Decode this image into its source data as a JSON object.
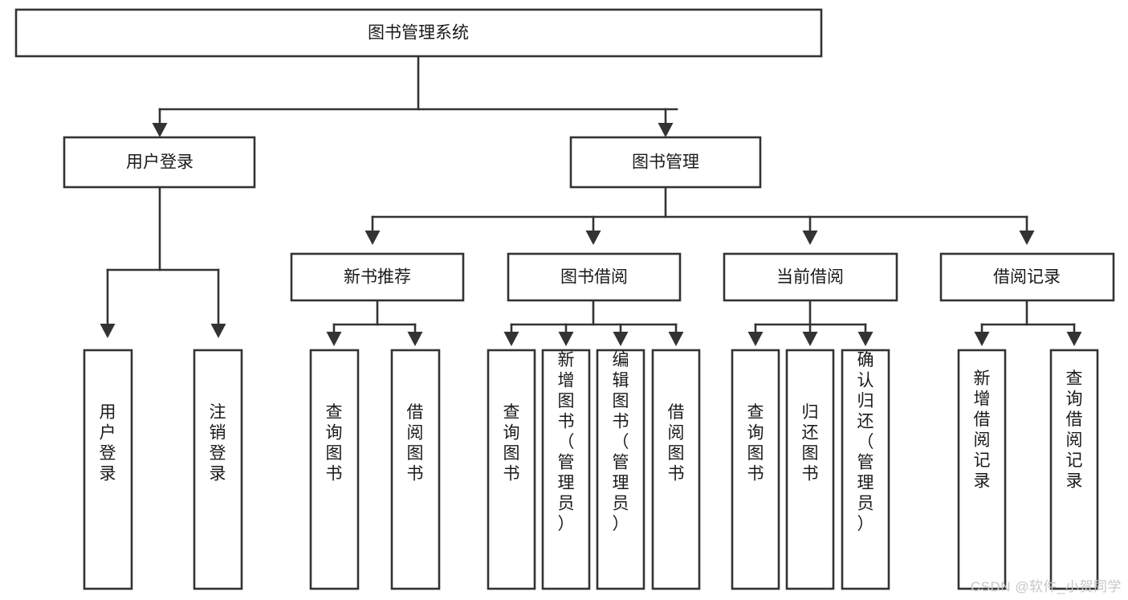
{
  "diagram": {
    "type": "tree-hierarchy-flowchart",
    "title_text": "图书管理系统",
    "orientation": "top-down",
    "colors": {
      "box_fill": "#ffffff",
      "box_stroke": "#333333",
      "text": "#1a1a1a",
      "background": "#ffffff",
      "watermark": "#c7c7c7"
    },
    "levels": {
      "level1_label": "图书管理系统",
      "level2_labels": [
        "用户登录",
        "图书管理"
      ],
      "level3_labels": [
        "新书推荐",
        "图书借阅",
        "当前借阅",
        "借阅记录"
      ]
    },
    "nodes": {
      "root": {
        "id": "root",
        "label": "图书管理系统",
        "level": 1,
        "orient": "horizontal"
      },
      "user_login": {
        "id": "user-login",
        "label": "用户登录",
        "level": 2,
        "orient": "horizontal"
      },
      "book_manage": {
        "id": "book-manage",
        "label": "图书管理",
        "level": 2,
        "orient": "horizontal"
      },
      "new_book_rec": {
        "id": "new-book-recommend",
        "label": "新书推荐",
        "level": 3,
        "orient": "horizontal"
      },
      "book_borrow": {
        "id": "book-borrow",
        "label": "图书借阅",
        "level": 3,
        "orient": "horizontal"
      },
      "current_borrow": {
        "id": "current-borrow",
        "label": "当前借阅",
        "level": 3,
        "orient": "horizontal"
      },
      "borrow_record": {
        "id": "borrow-record",
        "label": "借阅记录",
        "level": 3,
        "orient": "horizontal"
      },
      "leaf_1": {
        "id": "leaf-user-login",
        "label": "用户登录",
        "level": 4,
        "orient": "vertical",
        "parent": "用户登录"
      },
      "leaf_2": {
        "id": "leaf-logout-login",
        "label": "注销登录",
        "level": 4,
        "orient": "vertical",
        "parent": "用户登录"
      },
      "leaf_3": {
        "id": "leaf-query-book-a",
        "label": "查询图书",
        "level": 4,
        "orient": "vertical",
        "parent": "新书推荐"
      },
      "leaf_4": {
        "id": "leaf-borrow-book-a",
        "label": "借阅图书",
        "level": 4,
        "orient": "vertical",
        "parent": "新书推荐"
      },
      "leaf_5": {
        "id": "leaf-query-book-b",
        "label": "查询图书",
        "level": 4,
        "orient": "vertical",
        "parent": "图书借阅"
      },
      "leaf_6": {
        "id": "leaf-add-book-admin",
        "label": "新增图书（管理员）",
        "level": 4,
        "orient": "vertical",
        "parent": "图书借阅"
      },
      "leaf_7": {
        "id": "leaf-edit-book-admin",
        "label": "编辑图书（管理员）",
        "level": 4,
        "orient": "vertical",
        "parent": "图书借阅"
      },
      "leaf_8": {
        "id": "leaf-borrow-book-b",
        "label": "借阅图书",
        "level": 4,
        "orient": "vertical",
        "parent": "图书借阅"
      },
      "leaf_9": {
        "id": "leaf-query-book-c",
        "label": "查询图书",
        "level": 4,
        "orient": "vertical",
        "parent": "当前借阅"
      },
      "leaf_10": {
        "id": "leaf-return-book",
        "label": "归还图书",
        "level": 4,
        "orient": "vertical",
        "parent": "当前借阅"
      },
      "leaf_11": {
        "id": "leaf-confirm-return-admin",
        "label": "确认归还（管理员）",
        "level": 4,
        "orient": "vertical",
        "parent": "当前借阅"
      },
      "leaf_12": {
        "id": "leaf-add-borrow-record",
        "label": "新增借阅记录",
        "level": 4,
        "orient": "vertical",
        "parent": "借阅记录"
      },
      "leaf_13": {
        "id": "leaf-query-borrow-record",
        "label": "查询借阅记录",
        "level": 4,
        "orient": "vertical",
        "parent": "借阅记录"
      }
    },
    "edges": [
      {
        "from": "图书管理系统",
        "to": "用户登录"
      },
      {
        "from": "图书管理系统",
        "to": "图书管理"
      },
      {
        "from": "图书管理",
        "to": "新书推荐"
      },
      {
        "from": "图书管理",
        "to": "图书借阅"
      },
      {
        "from": "图书管理",
        "to": "当前借阅"
      },
      {
        "from": "图书管理",
        "to": "借阅记录"
      },
      {
        "from": "用户登录",
        "to": "用户登录(叶)"
      },
      {
        "from": "用户登录",
        "to": "注销登录"
      },
      {
        "from": "新书推荐",
        "to": "查询图书"
      },
      {
        "from": "新书推荐",
        "to": "借阅图书"
      },
      {
        "from": "图书借阅",
        "to": "查询图书"
      },
      {
        "from": "图书借阅",
        "to": "新增图书（管理员）"
      },
      {
        "from": "图书借阅",
        "to": "编辑图书（管理员）"
      },
      {
        "from": "图书借阅",
        "to": "借阅图书"
      },
      {
        "from": "当前借阅",
        "to": "查询图书"
      },
      {
        "from": "当前借阅",
        "to": "归还图书"
      },
      {
        "from": "当前借阅",
        "to": "确认归还（管理员）"
      },
      {
        "from": "借阅记录",
        "to": "新增借阅记录"
      },
      {
        "from": "借阅记录",
        "to": "查询借阅记录"
      }
    ]
  },
  "watermark": {
    "text": "CSDN @软件_小贺同学"
  }
}
